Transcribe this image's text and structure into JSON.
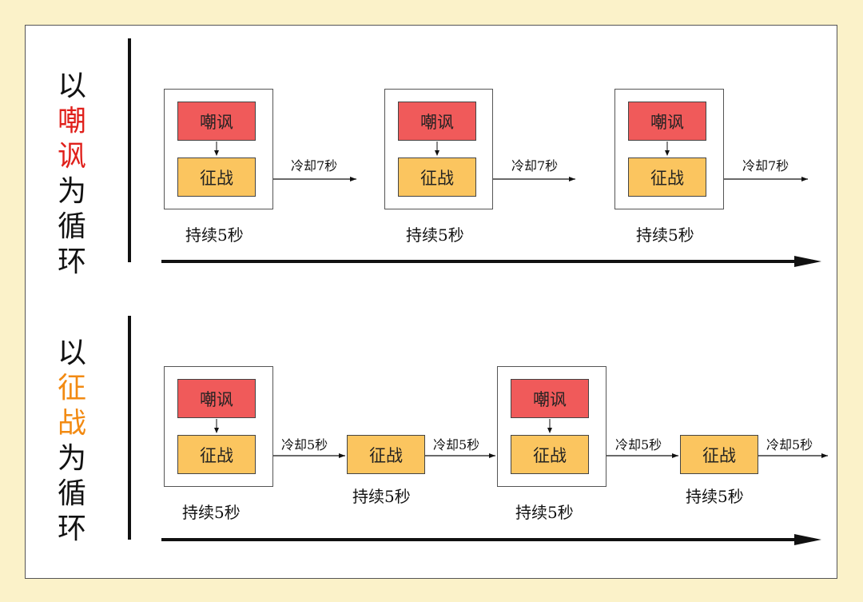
{
  "colors": {
    "background": "#fbf2c9",
    "taunt_box": "#f05a5a",
    "warcry_box": "#fbc55f",
    "highlight_taunt": "#e0201b",
    "highlight_warcry": "#f28a12"
  },
  "sections": [
    {
      "title_chars": [
        {
          "ch": "以",
          "highlight": false
        },
        {
          "ch": "嘲",
          "highlight": true
        },
        {
          "ch": "讽",
          "highlight": true
        },
        {
          "ch": "为",
          "highlight": false
        },
        {
          "ch": "循",
          "highlight": false
        },
        {
          "ch": "环",
          "highlight": false
        }
      ],
      "combo_groups": [
        {
          "top_label": "嘲讽",
          "bottom_label": "征战",
          "duration": "持续5秒",
          "cooldown": "冷却7秒"
        },
        {
          "top_label": "嘲讽",
          "bottom_label": "征战",
          "duration": "持续5秒",
          "cooldown": "冷却7秒"
        },
        {
          "top_label": "嘲讽",
          "bottom_label": "征战",
          "duration": "持续5秒",
          "cooldown": "冷却7秒"
        }
      ]
    },
    {
      "title_chars": [
        {
          "ch": "以",
          "highlight": false
        },
        {
          "ch": "征",
          "highlight": true
        },
        {
          "ch": "战",
          "highlight": true
        },
        {
          "ch": "为",
          "highlight": false
        },
        {
          "ch": "循",
          "highlight": false
        },
        {
          "ch": "环",
          "highlight": false
        }
      ],
      "combo_groups": [
        {
          "top_label": "嘲讽",
          "bottom_label": "征战",
          "duration": "持续5秒",
          "cooldown": "冷却5秒"
        },
        {
          "top_label": "嘲讽",
          "bottom_label": "征战",
          "duration": "持续5秒",
          "cooldown": "冷却5秒"
        }
      ],
      "single_steps": [
        {
          "label": "征战",
          "duration": "持续5秒",
          "cooldown": "冷却5秒"
        },
        {
          "label": "征战",
          "duration": "持续5秒",
          "cooldown": "冷却5秒"
        }
      ]
    }
  ]
}
